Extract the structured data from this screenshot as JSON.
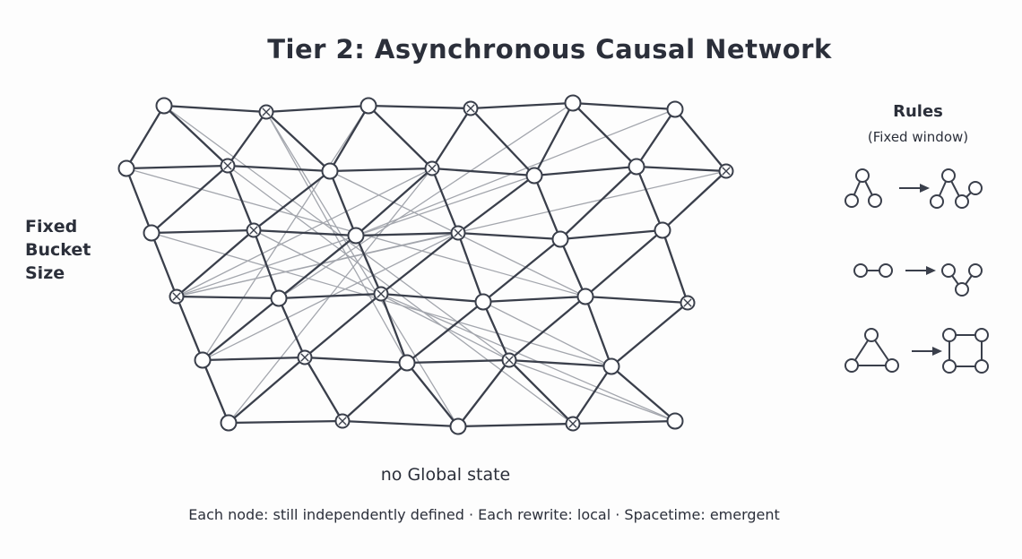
{
  "title": "Tier 2: Asynchronous Causal Network",
  "side_label": {
    "line1": "Fixed",
    "line2": "Bucket",
    "line3": "Size"
  },
  "rules": {
    "title": "Rules",
    "subtitle": "(Fixed window)"
  },
  "center_caption": "no Global state",
  "footer": "Each node: still independently defined · Each rewrite: local · Spacetime: emergent",
  "colors": {
    "edge": "#3a3f4b",
    "faint_edge": "#a3a6ad",
    "node_fill": "#ffffff",
    "text": "#2b2f3a"
  }
}
